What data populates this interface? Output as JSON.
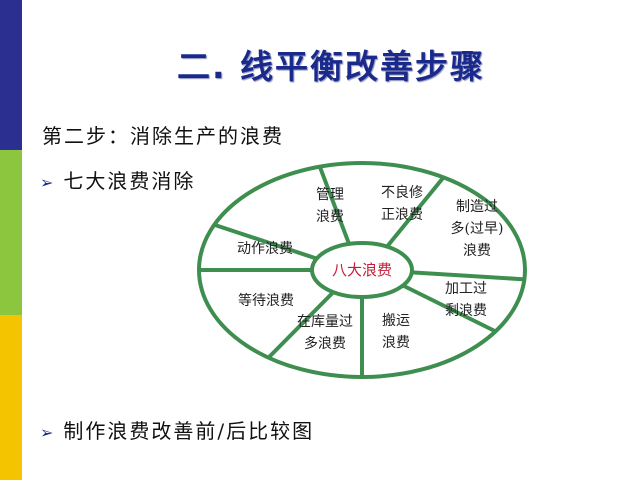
{
  "title": "二. 线平衡改善步骤",
  "step_heading": "第二步：消除生产的浪费",
  "bullets": [
    "七大浪费消除",
    "制作浪费改善前/后比较图"
  ],
  "wheel": {
    "center": "八大浪费",
    "segments": [
      {
        "lines": [
          "管理",
          "浪费"
        ]
      },
      {
        "lines": [
          "不良修",
          "正浪费"
        ]
      },
      {
        "lines": [
          "制造过",
          "多(过早)",
          "浪费"
        ]
      },
      {
        "lines": [
          "加工过",
          "剩浪费"
        ]
      },
      {
        "lines": [
          "搬运",
          "浪费"
        ]
      },
      {
        "lines": [
          "在库量过",
          "多浪费"
        ]
      },
      {
        "lines": [
          "等待浪费"
        ]
      },
      {
        "lines": [
          "动作浪费"
        ]
      }
    ]
  },
  "colors": {
    "title": "#1a2a8c",
    "stripe_blue": "#2b2f8f",
    "stripe_green": "#8cc63f",
    "stripe_yellow": "#f5c400",
    "wheel_fill": "#ffffff",
    "wheel_stroke": "#3e8e50",
    "center_text": "#c41e3a"
  }
}
